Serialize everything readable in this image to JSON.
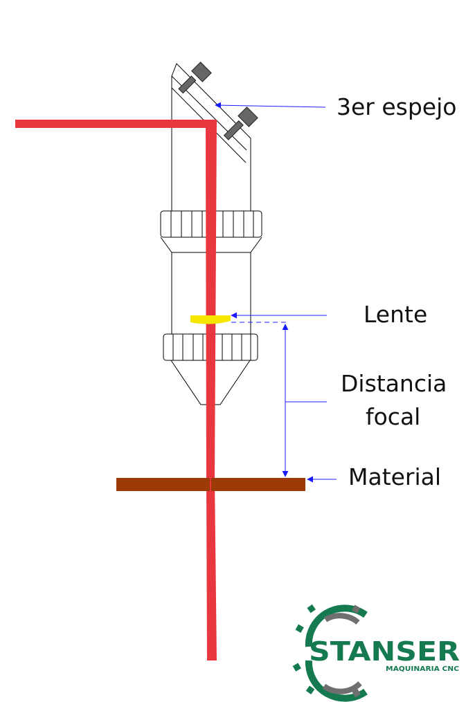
{
  "labels": {
    "mirror": "3er espejo",
    "lens": "Lente",
    "focal_distance_line1": "Distancia",
    "focal_distance_line2": "focal",
    "material": "Material"
  },
  "logo": {
    "brand": "STANSER",
    "tagline": "MAQUINARIA CNC"
  },
  "colors": {
    "laser_beam": "#e8373f",
    "lens": "#f5e600",
    "material": "#9b3a07",
    "annotation_lines": "#1a1aff",
    "outline": "#000000",
    "screw": "#666666",
    "logo_green": "#157a4f",
    "logo_gray": "#6f6f6f"
  }
}
